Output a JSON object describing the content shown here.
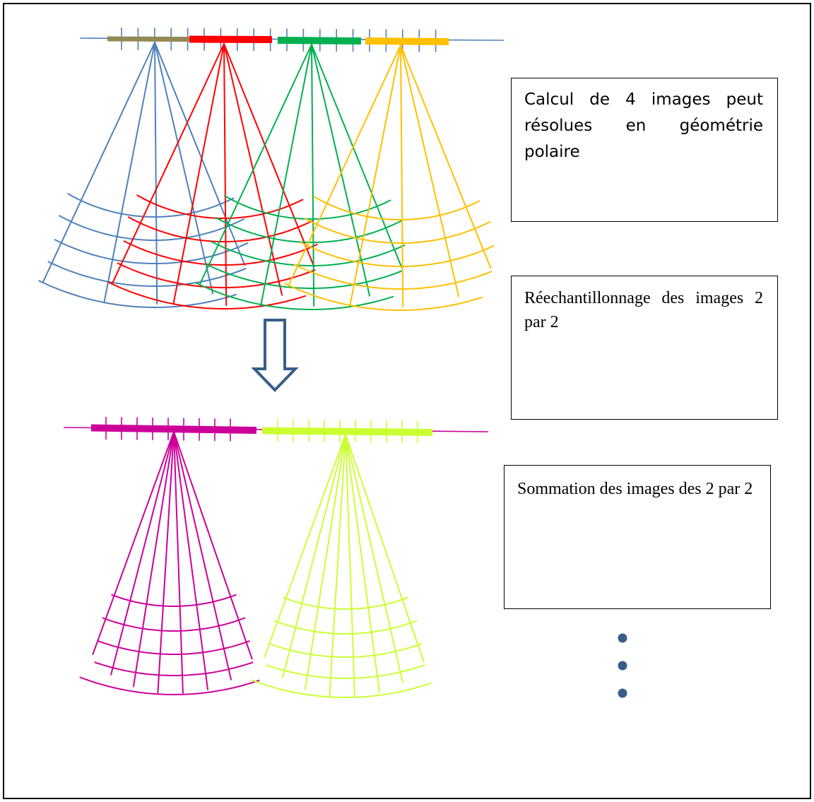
{
  "boxes": [
    {
      "text": "Calcul de 4 images peut résolues en géométrie polaire"
    },
    {
      "text": "Réechantillonnage des images 2 par 2"
    },
    {
      "text": "Sommation des images des 2 par 2"
    }
  ],
  "colors": {
    "axis": "#4f81bd",
    "seg_olive": "#938953",
    "seg_red": "#ff0000",
    "seg_green": "#00b050",
    "seg_orange": "#ffc000",
    "fan_blue": "#4f81bd",
    "fan_red": "#ff0000",
    "fan_green": "#00b050",
    "fan_orange": "#ffc000",
    "magenta": "#cc0099",
    "lime": "#ccff33",
    "arrow": "#385d8a",
    "dots": "#385d8a"
  },
  "icons": {
    "arrow": "down-arrow-outline",
    "continuation": "three-vertical-dots"
  }
}
